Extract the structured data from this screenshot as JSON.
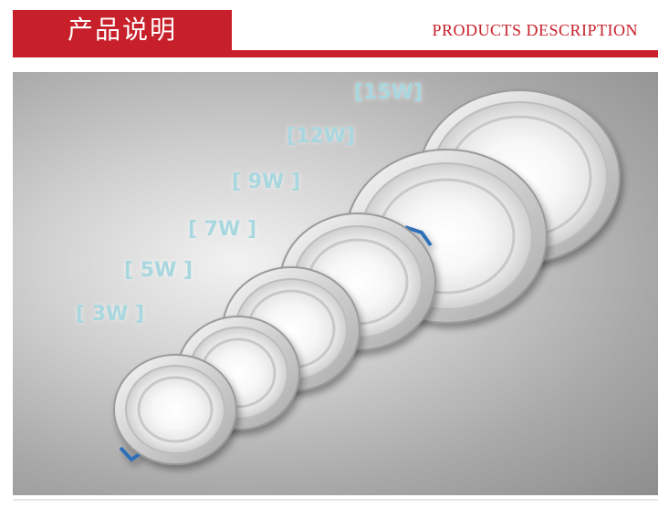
{
  "header": {
    "title_cn": "产品说明",
    "title_en": "PRODUCTS   DESCRIPTION",
    "accent_color": "#c8202a"
  },
  "labels": [
    "[ 3W ]",
    "[ 5W ]",
    "[ 7W ]",
    "[ 9W ]",
    "[12W]",
    "[15W]"
  ]
}
